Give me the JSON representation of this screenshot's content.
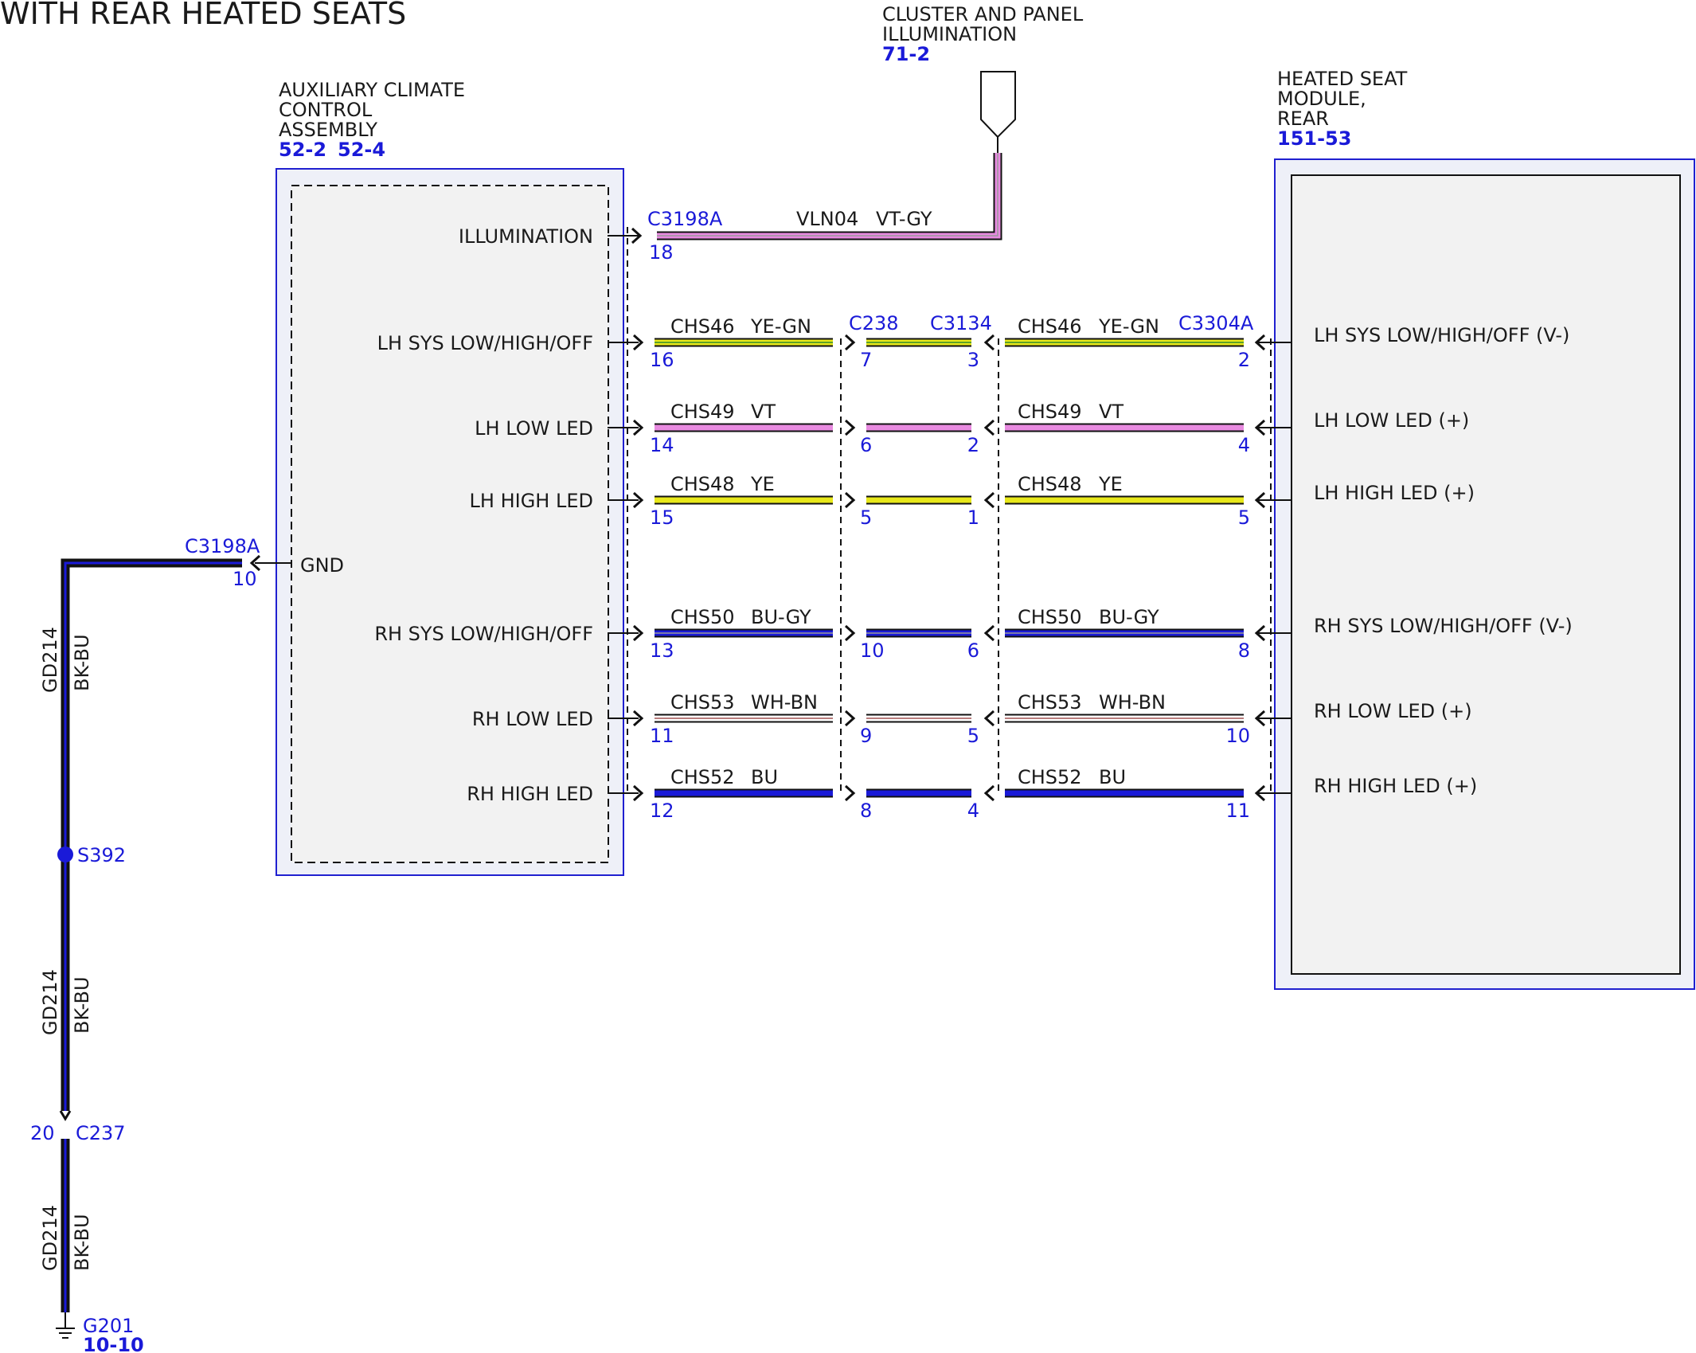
{
  "title": "WITH REAR HEATED SEATS",
  "cluster": {
    "name_lines": [
      "CLUSTER AND PANEL",
      "ILLUMINATION"
    ],
    "ref": "71-2"
  },
  "acc": {
    "name_lines": [
      "AUXILIARY CLIMATE",
      "CONTROL",
      "ASSEMBLY"
    ],
    "refs": [
      "52-2",
      "52-4"
    ]
  },
  "hsm": {
    "name_lines": [
      "HEATED SEAT",
      "MODULE,",
      "REAR"
    ],
    "ref": "151-53"
  },
  "illumination": {
    "pin_label": "ILLUMINATION",
    "connector": "C3198A",
    "pin": "18",
    "circuit": "VLN04",
    "color": "VT-GY"
  },
  "connectors": {
    "left_top": "C3304A",
    "mid_a": "C238",
    "mid_b": "C3134"
  },
  "signals": [
    {
      "left_label": "LH SYS LOW/HIGH/OFF",
      "right_label": "LH SYS LOW/HIGH/OFF (V-)",
      "circuit": "CHS46",
      "color": "YE-GN",
      "pin_acc": "16",
      "pin_238": "7",
      "pin_3134": "3",
      "pin_hsm": "2",
      "wire_main": "#e8e81a",
      "wire_stripe": "#2e8b2e"
    },
    {
      "left_label": "LH LOW LED",
      "right_label": "LH LOW LED (+)",
      "circuit": "CHS49",
      "color": "VT",
      "pin_acc": "14",
      "pin_238": "6",
      "pin_3134": "2",
      "pin_hsm": "4",
      "wire_main": "#e88ae0",
      "wire_stripe": ""
    },
    {
      "left_label": "LH HIGH LED",
      "right_label": "LH HIGH LED (+)",
      "circuit": "CHS48",
      "color": "YE",
      "pin_acc": "15",
      "pin_238": "5",
      "pin_3134": "1",
      "pin_hsm": "5",
      "wire_main": "#e8e81a",
      "wire_stripe": ""
    },
    {
      "left_label": "RH SYS LOW/HIGH/OFF",
      "right_label": "RH SYS LOW/HIGH/OFF (V-)",
      "circuit": "CHS50",
      "color": "BU-GY",
      "pin_acc": "13",
      "pin_238": "10",
      "pin_3134": "6",
      "pin_hsm": "8",
      "wire_main": "#1a1ad8",
      "wire_stripe": "#9a9a9a"
    },
    {
      "left_label": "RH LOW LED",
      "right_label": "RH LOW LED (+)",
      "circuit": "CHS53",
      "color": "WH-BN",
      "pin_acc": "11",
      "pin_238": "9",
      "pin_3134": "5",
      "pin_hsm": "10",
      "wire_main": "#ffffff",
      "wire_stripe": "#a05050"
    },
    {
      "left_label": "RH HIGH LED",
      "right_label": "RH HIGH LED (+)",
      "circuit": "CHS52",
      "color": "BU",
      "pin_acc": "12",
      "pin_238": "8",
      "pin_3134": "4",
      "pin_hsm": "11",
      "wire_main": "#1a1ad8",
      "wire_stripe": ""
    }
  ],
  "ground": {
    "pin_label": "GND",
    "connector": "C3198A",
    "pin": "10",
    "circuit": "GD214",
    "color": "BK-BU",
    "splice": "S392",
    "inline_connector": "C237",
    "inline_pin": "20",
    "ground_point": "G201",
    "ground_ref": "10-10"
  },
  "colors": {
    "black_wire": "#111111",
    "blue_stripe": "#1a1ad8",
    "violet": "#e88ae0",
    "gray": "#9a9a9a",
    "box_fill": "#f2f2f2",
    "box_border": "#2020d0"
  }
}
